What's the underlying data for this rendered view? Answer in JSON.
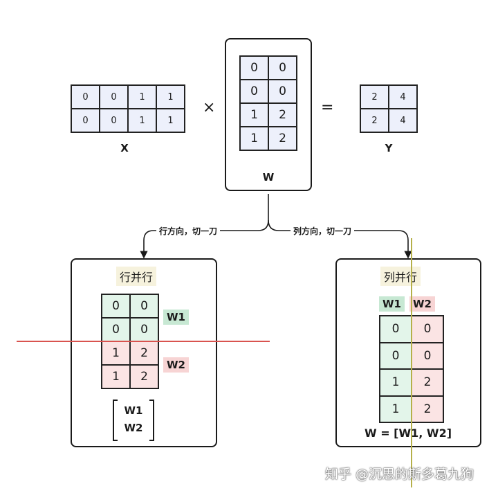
{
  "x_matrix": {
    "label": "X",
    "rows": [
      [
        "0",
        "0",
        "1",
        "1"
      ],
      [
        "0",
        "0",
        "1",
        "1"
      ]
    ]
  },
  "w_matrix": {
    "label": "W",
    "rows": [
      [
        "0",
        "0"
      ],
      [
        "0",
        "0"
      ],
      [
        "1",
        "2"
      ],
      [
        "1",
        "2"
      ]
    ]
  },
  "y_matrix": {
    "label": "Y",
    "rows": [
      [
        "2",
        "4"
      ],
      [
        "2",
        "4"
      ]
    ]
  },
  "operators": {
    "times": "×",
    "equals": "="
  },
  "arrows": {
    "left_label": "行方向，切一刀",
    "right_label": "列方向，切一刀"
  },
  "row_panel": {
    "title": "行并行",
    "rows": [
      [
        "0",
        "0"
      ],
      [
        "0",
        "0"
      ],
      [
        "1",
        "2"
      ],
      [
        "1",
        "2"
      ]
    ],
    "tag_top": "W1",
    "tag_bottom": "W2",
    "stack_top": "W1",
    "stack_bottom": "W2"
  },
  "col_panel": {
    "title": "列并行",
    "tag_left": "W1",
    "tag_right": "W2",
    "rows": [
      [
        "0",
        "0"
      ],
      [
        "0",
        "0"
      ],
      [
        "1",
        "2"
      ],
      [
        "1",
        "2"
      ]
    ],
    "formula": "W = [W1, W2]"
  },
  "watermark": "知乎 @沉思的斯多葛九狗",
  "colors": {
    "matrix_blue": "#edf0fb",
    "shard_green": "#e3f5ea",
    "shard_pink": "#fbe4e4",
    "cut_line_red": "#d9534f",
    "cut_line_olive": "#b5b04a"
  }
}
